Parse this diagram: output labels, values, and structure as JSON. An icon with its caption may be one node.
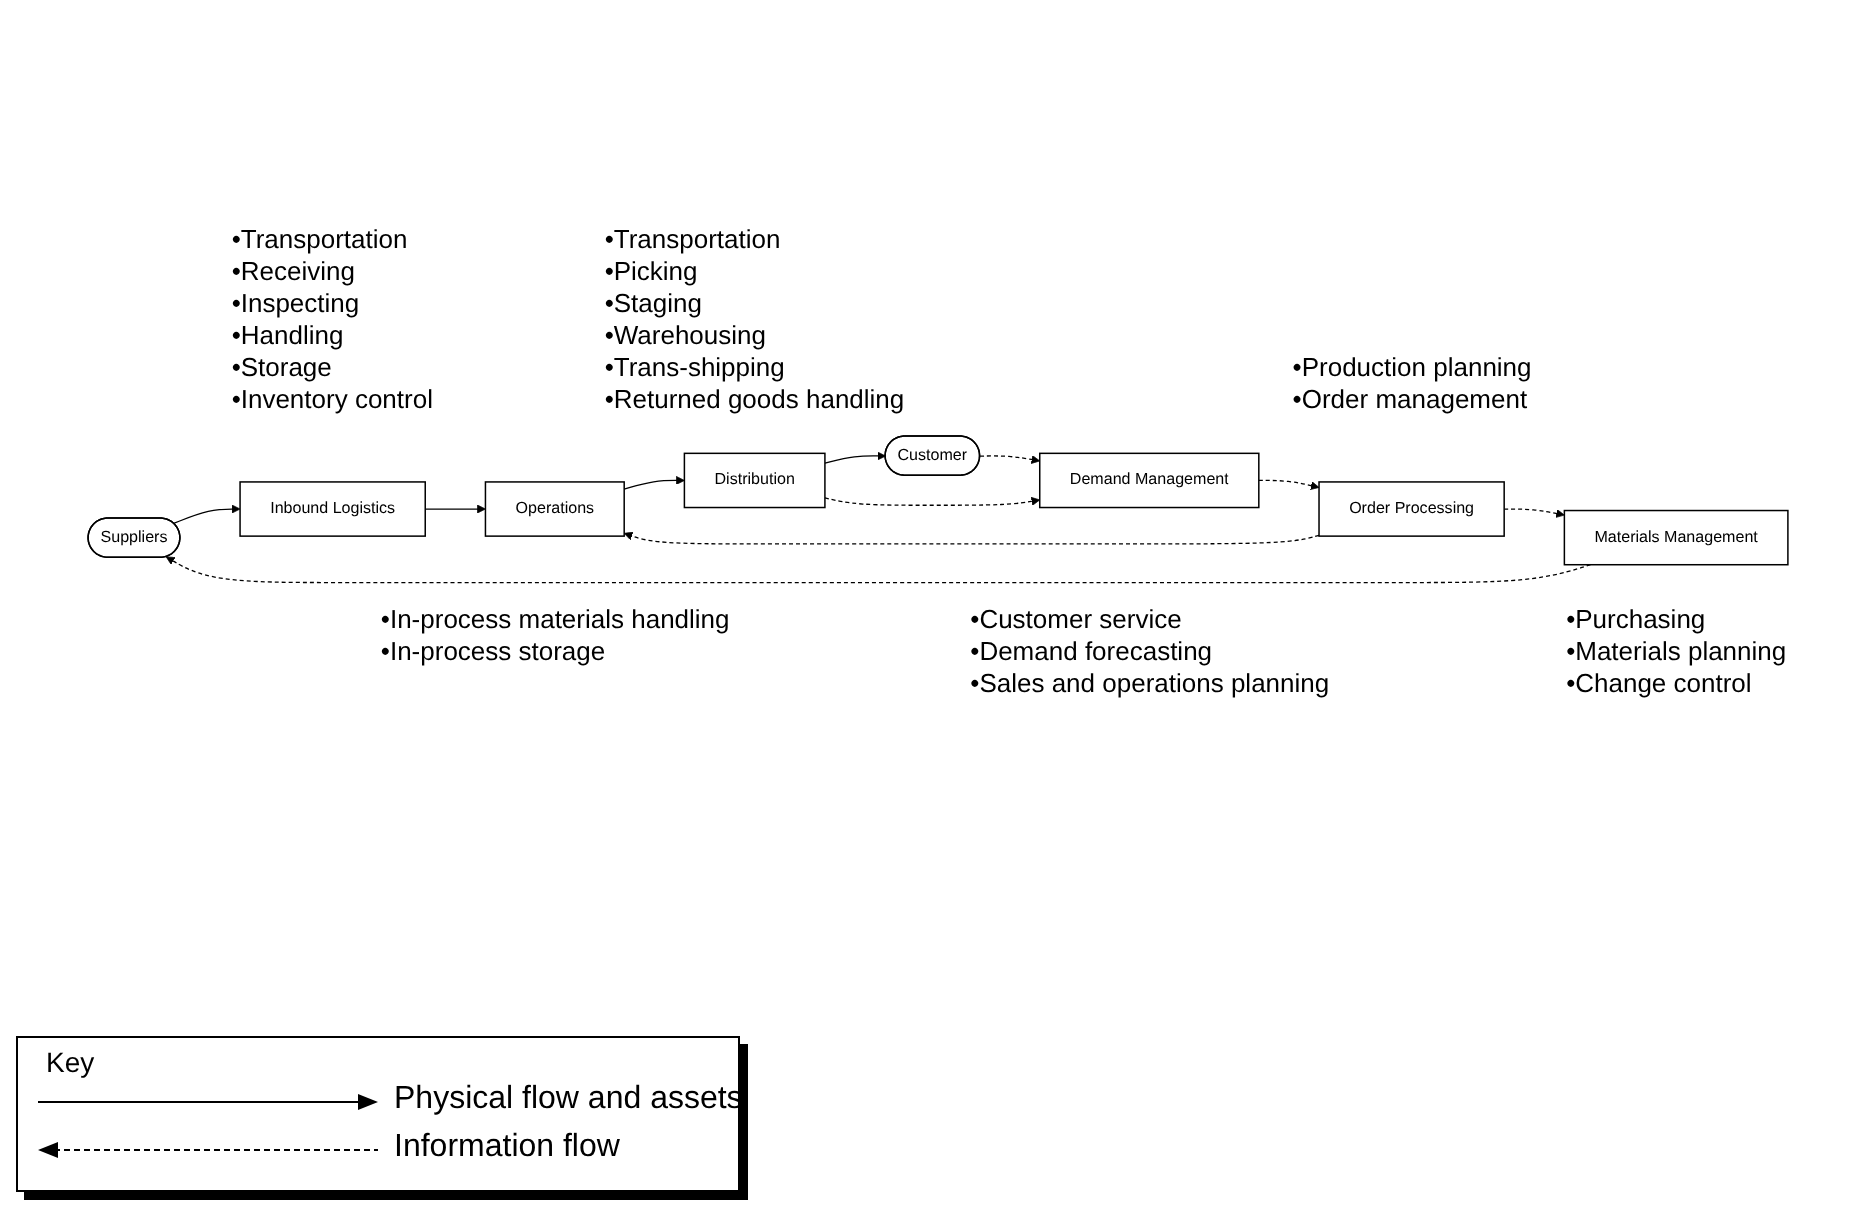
{
  "diagram": {
    "nodes": [
      {
        "text": [
          "Suppliers"
        ]
      },
      {
        "text": [
          "Materials Management"
        ],
        "beside": [
          "•Purchasing",
          "•Materials planning",
          "•Change control"
        ]
      },
      {
        "text": [
          "Order Processing"
        ],
        "beside": [
          "•Production planning",
          "•Order management"
        ]
      },
      {
        "text": [
          "Demand Management"
        ],
        "beside": [
          "•Customer service",
          "•Demand forecasting",
          "•Sales and operations planning"
        ]
      },
      {
        "text": [
          "Customer"
        ]
      },
      {
        "text": [
          "Inbound Logistics"
        ],
        "beside": [
          "•Transportation",
          "•Receiving",
          "•Inspecting",
          "•Handling",
          "•Storage",
          "•Inventory control"
        ]
      },
      {
        "text": [
          "Operations"
        ],
        "beside": [
          "•In-process materials handling",
          "•In-process storage"
        ]
      },
      {
        "text": [
          "Distribution"
        ],
        "beside": [
          "•Transportation",
          "•Picking",
          "•Staging",
          "•Warehousing",
          "•Trans-shipping",
          "•Returned goods handling"
        ]
      }
    ],
    "edges": [
      {
        "from": 0,
        "to": 5,
        "arrow": "to"
      },
      {
        "from": 5,
        "to": 6,
        "arrow": "to"
      },
      {
        "from": 6,
        "to": 7,
        "arrow": "to"
      },
      {
        "from": 7,
        "to": 4,
        "arrow": "to"
      },
      {
        "from": 4,
        "to": 3,
        "arrow": "to",
        "style": "dashed"
      },
      {
        "from": 3,
        "to": 2,
        "arrow": "to",
        "style": "dashed"
      },
      {
        "from": 2,
        "to": 1,
        "arrow": "to",
        "style": "dashed"
      },
      {
        "from": 1,
        "to": 0,
        "arrow": "to",
        "style": "dashed"
      },
      {
        "from": 2,
        "to": 6,
        "arrow": "to",
        "style": "dashed"
      },
      {
        "from": 7,
        "to": 3,
        "arrow": "to",
        "style": "dashed"
      }
    ],
    "labels": [
      "Key"
    ],
    "legend": [
      {
        "text": "Physical flow and assets"
      },
      {
        "text": "Information flow"
      }
    ]
  }
}
